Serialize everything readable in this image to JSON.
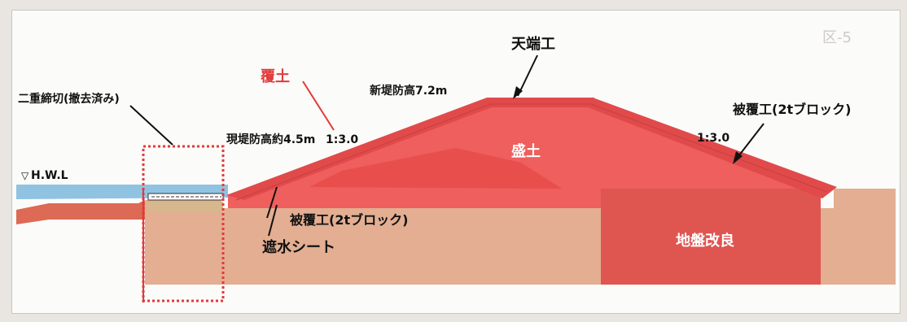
{
  "labels": {
    "crest_work": "天端工",
    "new_levee_height": "新堤防高7.2m",
    "cover_soil": "覆土",
    "old_cofferdam": "二重締切(撤去済み)",
    "current_levee_height": "現堤防高約4.5m",
    "slope_left": "1:3.0",
    "slope_right": "1:3.0",
    "cover_work_right": "被覆工(2tブロック)",
    "embankment": "盛土",
    "hwl": "H.W.L",
    "cover_work_left": "被覆工(2tブロック)",
    "water_sheet": "遮水シート",
    "ground_improvement": "地盤改良",
    "corner_mark": "区-5"
  },
  "colors": {
    "water": "#8fc3e1",
    "ground": "#e3ae92",
    "ground_improvement": "#df5550",
    "embankment": "#ee5f5d",
    "inner_fill": "#e84e4b",
    "block_layer": "#e14a4b",
    "cofferdam_line": "#e23a3a",
    "cover_soil_text": "#e23a3a"
  }
}
